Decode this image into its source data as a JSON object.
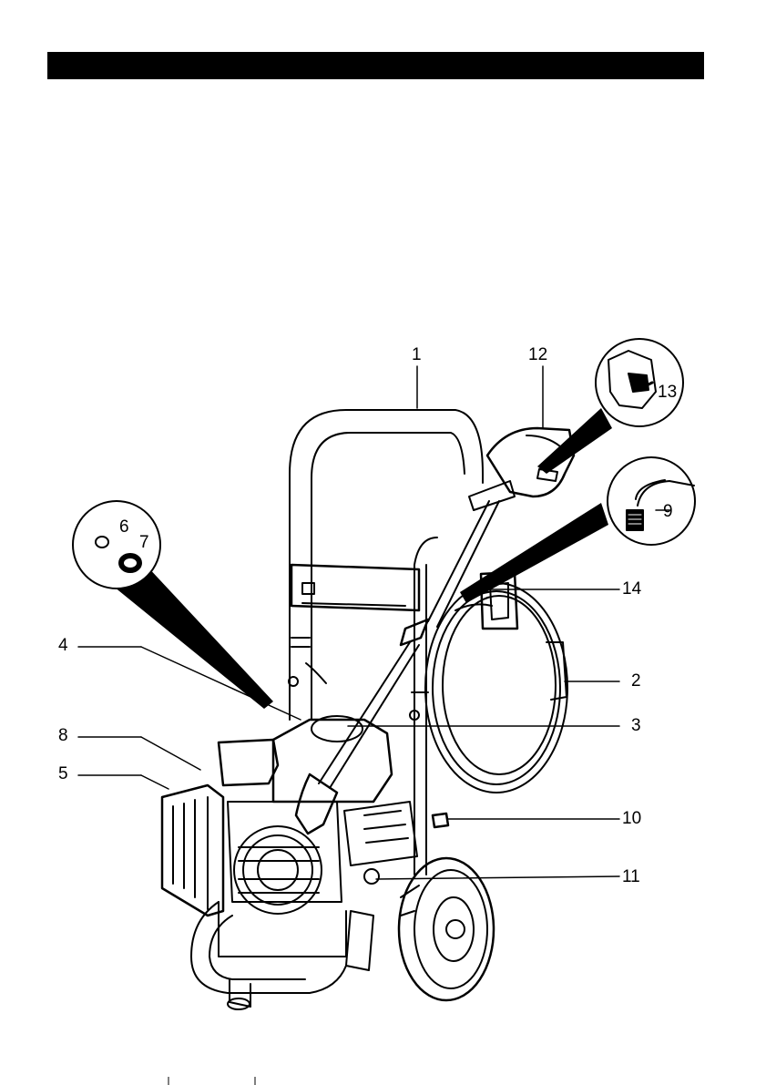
{
  "header": {
    "title": ""
  },
  "diagram": {
    "callouts": {
      "c1": "1",
      "c2": "2",
      "c3": "3",
      "c4": "4",
      "c5": "5",
      "c6": "6",
      "c7": "7",
      "c8": "8",
      "c9": "9",
      "c10": "10",
      "c11": "11",
      "c12": "12",
      "c13": "13",
      "c14": "14"
    }
  }
}
